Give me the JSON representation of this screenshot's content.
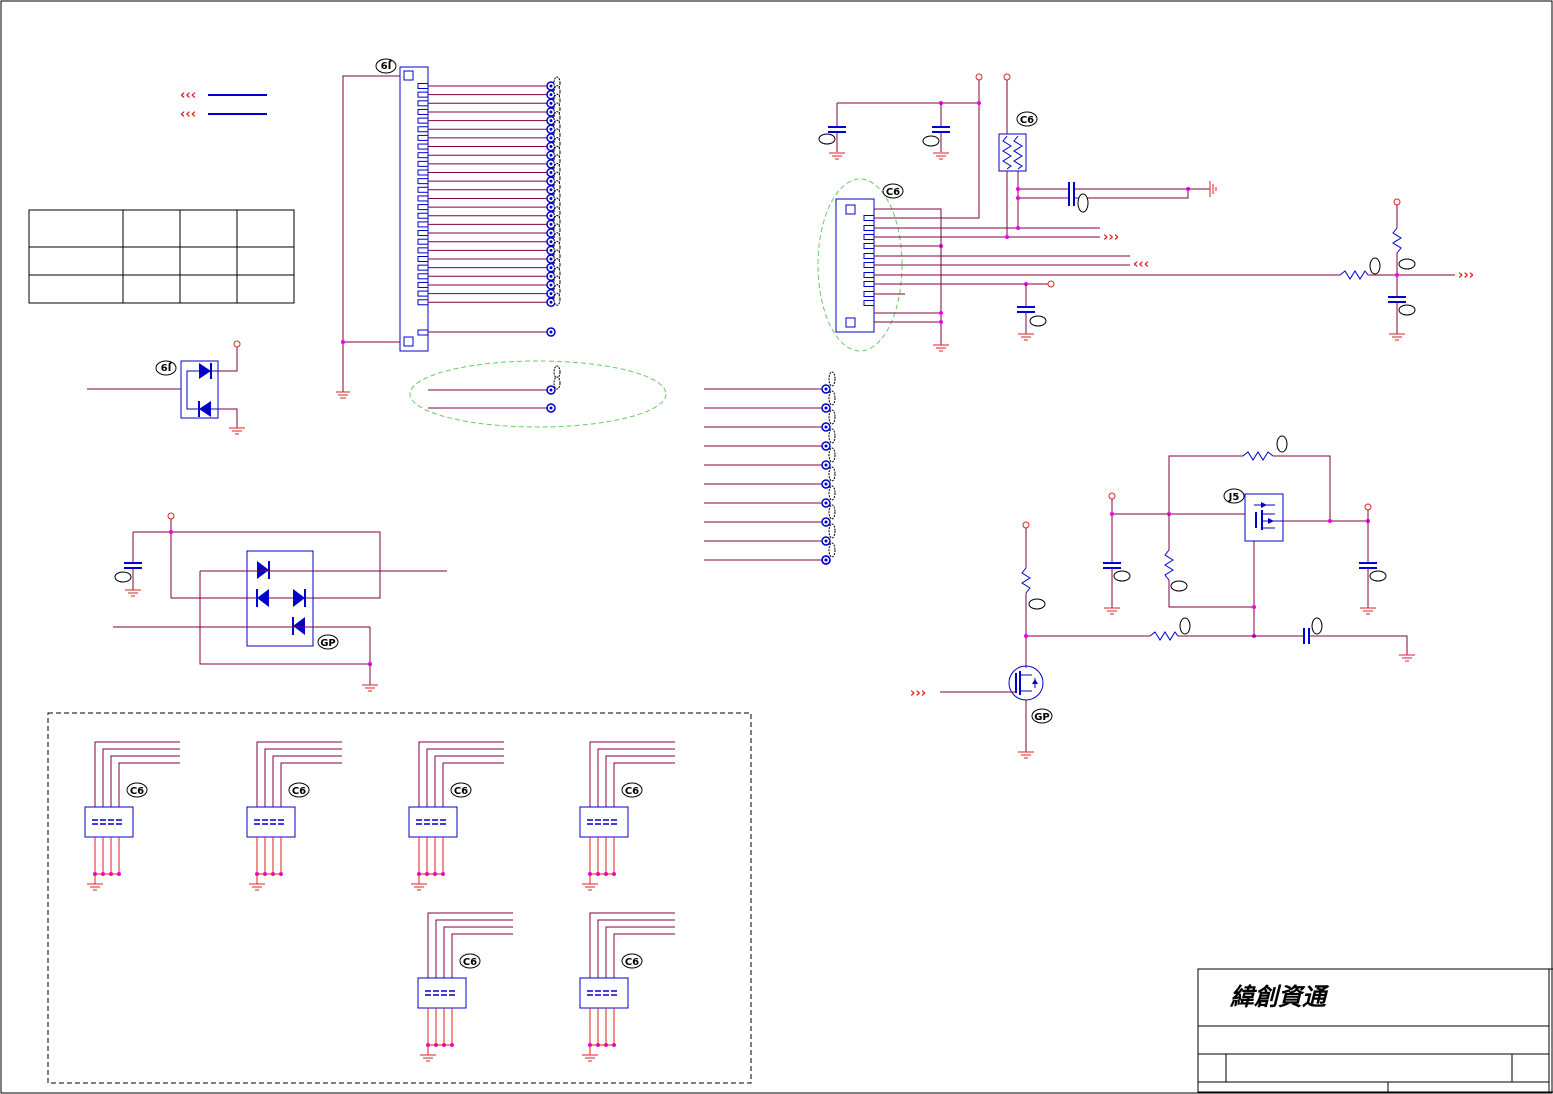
{
  "title_block": {
    "company": "緯創資通"
  },
  "labels": {
    "connector_left": "J9",
    "connector_right": "C6",
    "diode_pair": "J9",
    "diode_quad": "GP",
    "fuse": "C6",
    "pmos": "J5",
    "nmos": "GP",
    "array": "C6"
  },
  "colors": {
    "wire": "#800040",
    "component": "#0000cc",
    "power": "#dd2222",
    "junction": "#ee00ee",
    "note_circle": "#66cc66"
  }
}
